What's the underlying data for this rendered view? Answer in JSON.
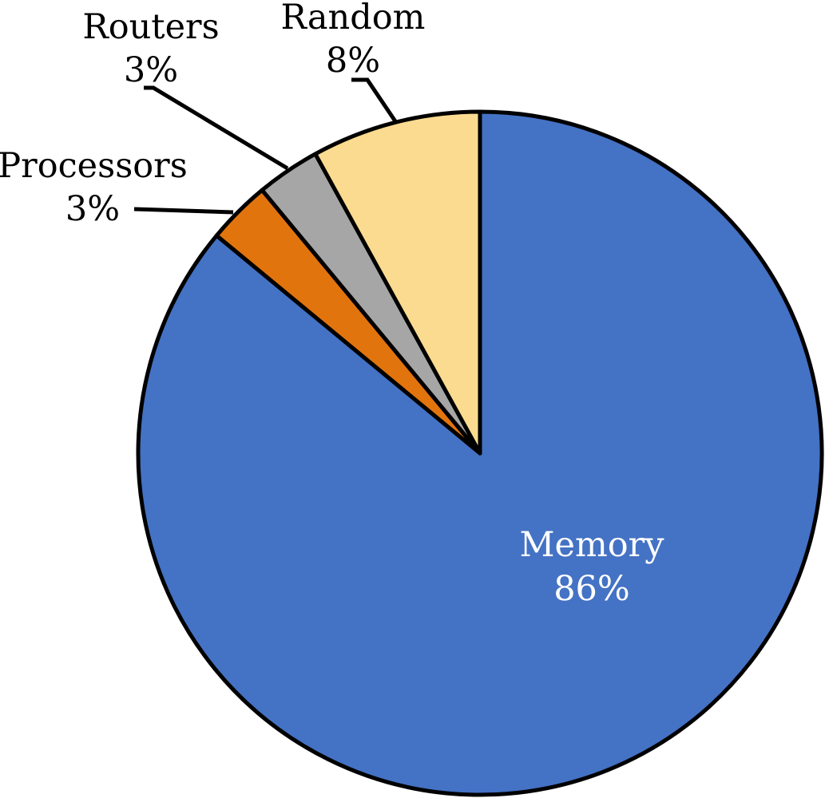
{
  "chart_data": {
    "type": "pie",
    "title": "",
    "start_angle_deg": 0,
    "direction": "clockwise",
    "slices": [
      {
        "name": "Memory",
        "value": 86,
        "label": "86%",
        "color": "#4472C4",
        "label_color": "#ffffff",
        "label_position": "inside"
      },
      {
        "name": "Processors",
        "value": 3,
        "label": "3%",
        "color": "#E2740E",
        "label_color": "#000000",
        "label_position": "outside-left"
      },
      {
        "name": "Routers",
        "value": 3,
        "label": "3%",
        "color": "#A6A6A6",
        "label_color": "#000000",
        "label_position": "outside-top"
      },
      {
        "name": "Random",
        "value": 8,
        "label": "8%",
        "color": "#FBDB8F",
        "label_color": "#000000",
        "label_position": "outside-top"
      }
    ],
    "legend": "none",
    "border_color": "#000000"
  }
}
